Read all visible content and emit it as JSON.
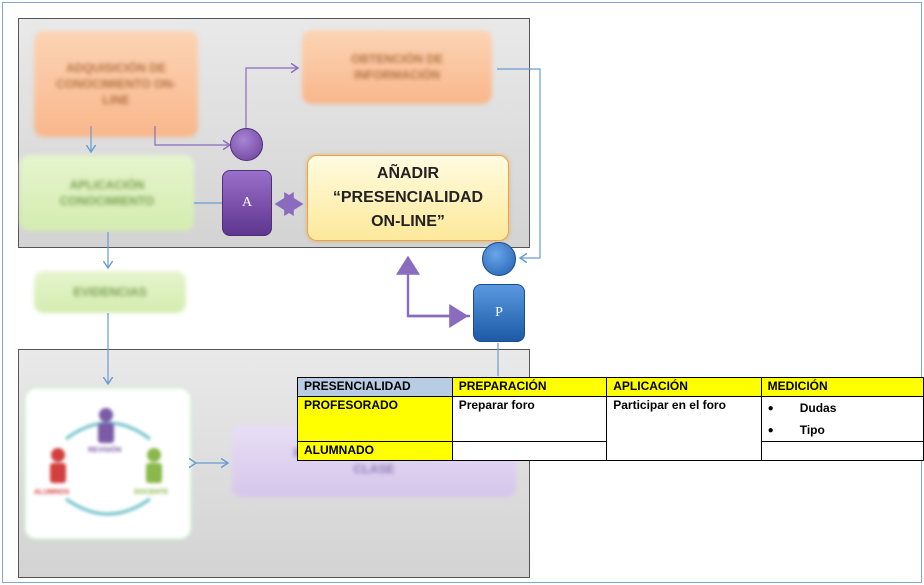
{
  "boxes": {
    "adquisicion": "ADQUISICIÓN DE CONOCIMIENTO ON-LINE",
    "obtencion": "OBTENCIÓN DE INFORMACIÓN",
    "aplicacion": "APLICACIÓN CONOCIMIENTO",
    "evidencias": "EVIDENCIAS",
    "anadir_line1": "AÑADIR",
    "anadir_line2": "“PRESENCIALIDAD",
    "anadir_line3": "ON-LINE”",
    "reflexion": "REFLEXIÓN DINAMIZACIÓN CLASE"
  },
  "figures": {
    "a_label": "A",
    "p_label": "P"
  },
  "cycle_labels": {
    "top": "REVISIÓN",
    "left": "ALUMNOS",
    "right": "DOCENTE"
  },
  "table": {
    "header": [
      "PRESENCIALIDAD",
      "PREPARACIÓN",
      "APLICACIÓN",
      "MEDICIÓN"
    ],
    "row1_label": "PROFESORADO",
    "row1_preparacion": "Preparar foro",
    "row1_aplicacion": "Participar en el foro",
    "medicion_items": [
      "Dudas",
      "Tipo"
    ],
    "row2_label": "ALUMNADO"
  },
  "colors": {
    "purple": "#7b4fa8",
    "blue": "#2f6fb5",
    "arrow_purple": "#8a6bbd",
    "arrow_blue": "#6a9bd1",
    "yellow": "#ffff00",
    "header_blue": "#b8cce4"
  }
}
